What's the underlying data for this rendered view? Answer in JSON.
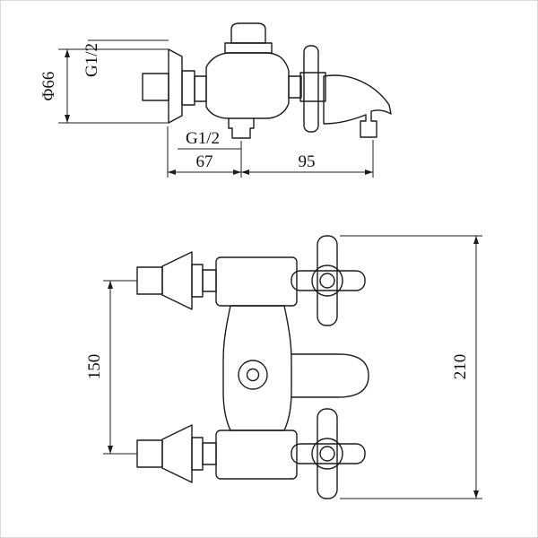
{
  "drawing": {
    "background": "#ffffff",
    "stroke_color": "#1c1c1c",
    "subject": "wall-mounted bath mixer faucet technical drawing, two orthographic views",
    "side_view": {
      "flange_diameter_label": "Φ66",
      "top_thread_label": "G1/2",
      "bottom_thread_label": "G1/2",
      "wall_to_outlet_dim": "67",
      "outlet_to_spout_dim": "95"
    },
    "plan_view": {
      "inlet_spacing_dim": "150",
      "overall_length_dim": "210"
    }
  }
}
